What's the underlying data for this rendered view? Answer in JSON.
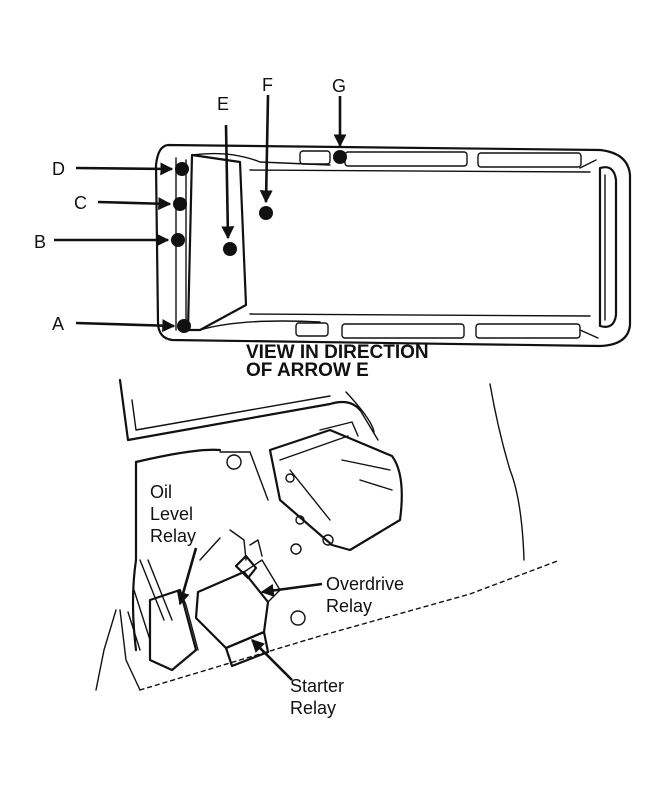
{
  "labels": {
    "a": "A",
    "b": "B",
    "c": "C",
    "d": "D",
    "e": "E",
    "f": "F",
    "g": "G"
  },
  "view_heading": {
    "line1": "VIEW IN DIRECTION",
    "line2": "OF ARROW E"
  },
  "callouts": {
    "oil_level_relay": [
      "Oil",
      "Level",
      "Relay"
    ],
    "overdrive_relay": [
      "Overdrive",
      "Relay"
    ],
    "starter_relay": [
      "Starter",
      "Relay"
    ]
  }
}
